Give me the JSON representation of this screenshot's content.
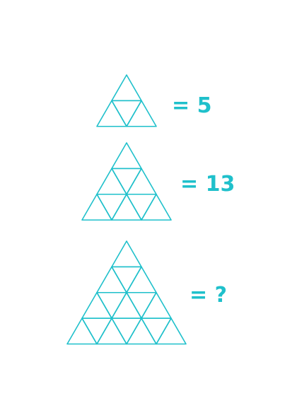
{
  "puzzles": [
    {
      "rows": 2,
      "answer": "= 5"
    },
    {
      "rows": 3,
      "answer": "= 13"
    },
    {
      "rows": 4,
      "answer": "= ?"
    }
  ],
  "colors": {
    "line": "#1fc0cb",
    "answer_text": "#1fc0cb",
    "background": "#ffffff"
  }
}
